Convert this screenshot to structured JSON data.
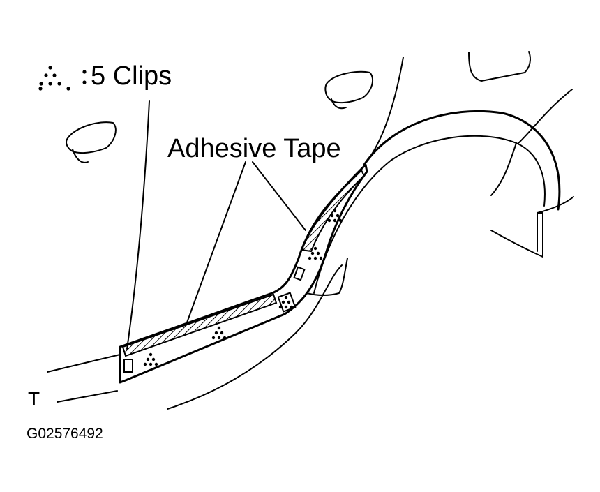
{
  "legend": {
    "symbol": "clip-triangle-dots-icon",
    "text": "5 Clips"
  },
  "labels": {
    "adhesive_tape": "Adhesive Tape",
    "view": "T",
    "figure_id": "G02576492"
  },
  "colors": {
    "line": "#000000",
    "background": "#ffffff"
  }
}
